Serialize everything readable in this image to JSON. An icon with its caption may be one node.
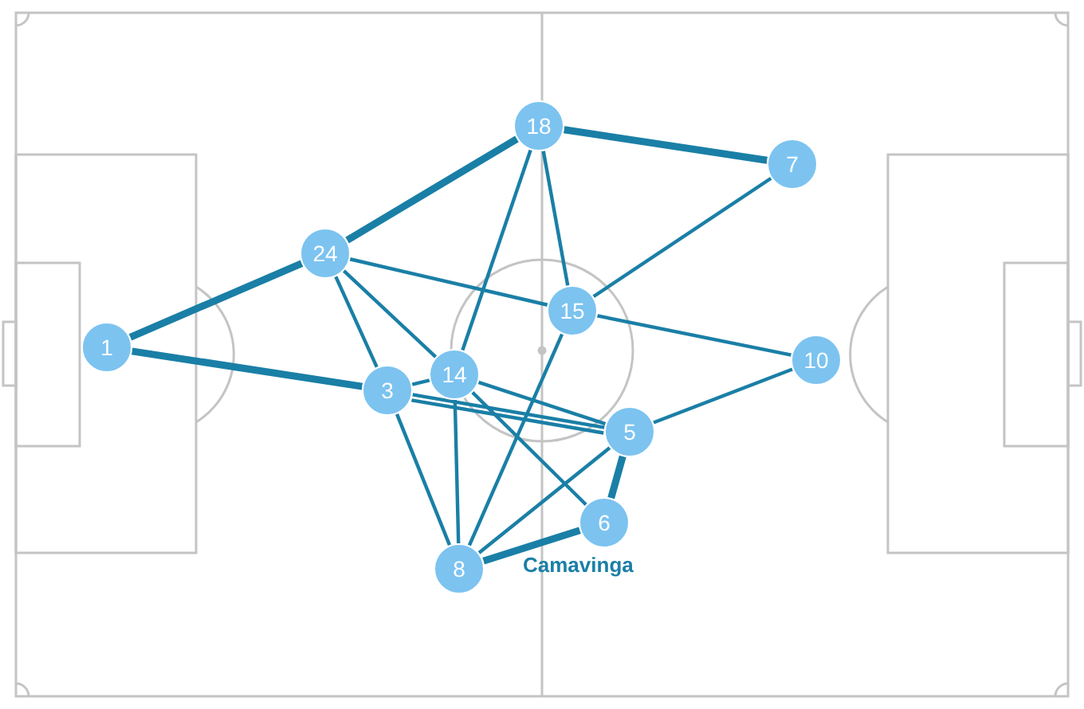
{
  "diagram": {
    "nodes": [
      {
        "text": [
          "18"
        ]
      },
      {
        "text": [
          "7"
        ]
      },
      {
        "text": [
          "24"
        ]
      },
      {
        "text": [
          "15"
        ]
      },
      {
        "text": [
          "1"
        ]
      },
      {
        "text": [
          "10"
        ]
      },
      {
        "text": [
          "14"
        ]
      },
      {
        "text": [
          "3"
        ]
      },
      {
        "text": [
          "5"
        ]
      },
      {
        "text": [
          "6"
        ],
        "beside": [
          "Camavinga"
        ]
      },
      {
        "text": [
          "8"
        ]
      }
    ],
    "edges": [
      {
        "from": 0,
        "to": 2,
        "arrow": "none",
        "style": "thick"
      },
      {
        "from": 0,
        "to": 1,
        "arrow": "none",
        "style": "thick"
      },
      {
        "from": 0,
        "to": 6,
        "arrow": "none"
      },
      {
        "from": 0,
        "to": 3,
        "arrow": "none"
      },
      {
        "from": 2,
        "to": 4,
        "arrow": "none",
        "style": "thick"
      },
      {
        "from": 2,
        "to": 3,
        "arrow": "none"
      },
      {
        "from": 2,
        "to": 7,
        "arrow": "none"
      },
      {
        "from": 2,
        "to": 6,
        "arrow": "none"
      },
      {
        "from": 4,
        "to": 7,
        "arrow": "none",
        "style": "thick"
      },
      {
        "from": 3,
        "to": 1,
        "arrow": "none"
      },
      {
        "from": 3,
        "to": 5,
        "arrow": "none"
      },
      {
        "from": 3,
        "to": 10,
        "arrow": "none"
      },
      {
        "from": 5,
        "to": 8,
        "arrow": "none"
      },
      {
        "from": 7,
        "to": 6,
        "arrow": "none"
      },
      {
        "from": 7,
        "to": 8,
        "arrow": "none"
      },
      {
        "from": 7,
        "to": 8,
        "arrow": "none"
      },
      {
        "from": 6,
        "to": 8,
        "arrow": "none"
      },
      {
        "from": 6,
        "to": 9,
        "arrow": "none"
      },
      {
        "from": 6,
        "to": 10,
        "arrow": "none"
      },
      {
        "from": 7,
        "to": 10,
        "arrow": "none"
      },
      {
        "from": 8,
        "to": 10,
        "arrow": "none"
      },
      {
        "from": 8,
        "to": 9,
        "arrow": "none",
        "style": "thick"
      },
      {
        "from": 9,
        "to": 10,
        "arrow": "none",
        "style": "thick"
      }
    ]
  }
}
